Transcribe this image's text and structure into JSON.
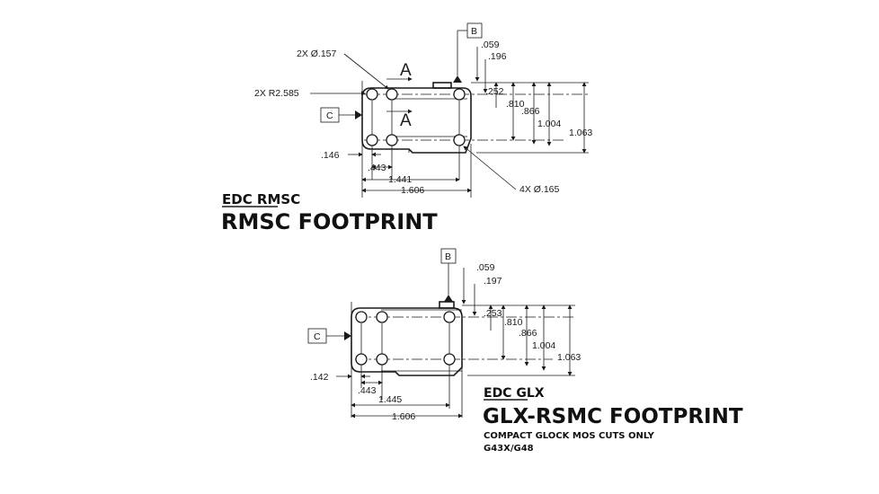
{
  "colors": {
    "ink": "#1a1a1a",
    "background": "#ffffff"
  },
  "rmsc": {
    "subtitle": "EDC RMSC",
    "title": "RMSC FOOTPRINT",
    "datum_b": "B",
    "datum_c": "C",
    "section_a": "A",
    "hole_small": "2X Ø.157",
    "radius": "2X R2.585",
    "hole_large": "4X Ø.165",
    "v_059": ".059",
    "v_196": ".196",
    "v_252": ".252",
    "v_810": ".810",
    "v_866": ".866",
    "v_1004": "1.004",
    "v_1063": "1.063",
    "h_146": ".146",
    "h_443": ".443",
    "h_1441": "1.441",
    "h_1606": "1.606"
  },
  "glx": {
    "subtitle": "EDC GLX",
    "title": "GLX-RSMC FOOTPRINT",
    "note_1": "COMPACT GLOCK MOS CUTS ONLY",
    "note_2": "G43X/G48",
    "datum_b": "B",
    "datum_c": "C",
    "v_059": ".059",
    "v_197": ".197",
    "v_253": ".253",
    "v_810": ".810",
    "v_866": ".866",
    "v_1004": "1.004",
    "v_1063": "1.063",
    "h_142": ".142",
    "h_443": ".443",
    "h_1445": "1.445",
    "h_1606": "1.606"
  }
}
